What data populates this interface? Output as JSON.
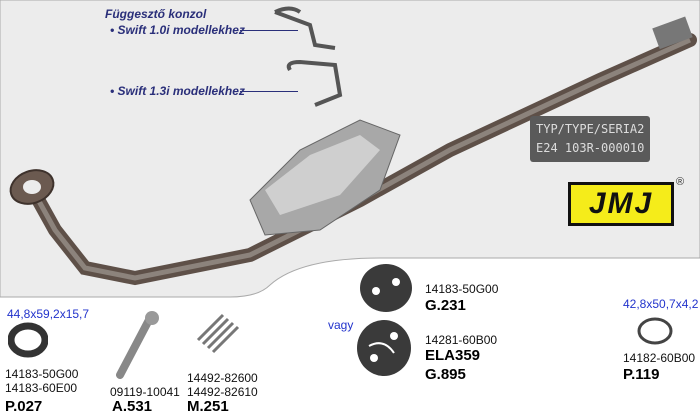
{
  "bracket_caption": {
    "title": "Függesztő konzol",
    "item1": "• Swift 1.0i modellekhez",
    "item2": "• Swift 1.3i modellekhez"
  },
  "type_plate": {
    "line1": "TYP/TYPE/SERIA2",
    "line2": "E24  103R-000010"
  },
  "logo": {
    "text": "JMJ",
    "registered": "®"
  },
  "parts": [
    {
      "dim": "44,8x59,2x15,7",
      "codes": [
        "14183-50G00",
        "14183-60E00"
      ],
      "ref": "P.027"
    },
    {
      "codes": [
        "09119-10041"
      ],
      "ref": "A.531"
    },
    {
      "codes": [
        "14492-82600",
        "14492-82610"
      ],
      "ref": "M.251"
    },
    {
      "codes": [
        "14183-50G00"
      ],
      "ref": "G.231"
    },
    {
      "codes": [
        "14281-60B00"
      ],
      "ref": "ELA359",
      "ref2": "G.895"
    },
    {
      "dim": "42,8x50,7x4,2",
      "codes": [
        "14182-60B00"
      ],
      "ref": "P.119"
    }
  ],
  "or_label": "vagy",
  "colors": {
    "panel": "#ececec",
    "caption": "#2a2f7a",
    "dim": "#2233cc",
    "logo": "#f5ec1a"
  }
}
